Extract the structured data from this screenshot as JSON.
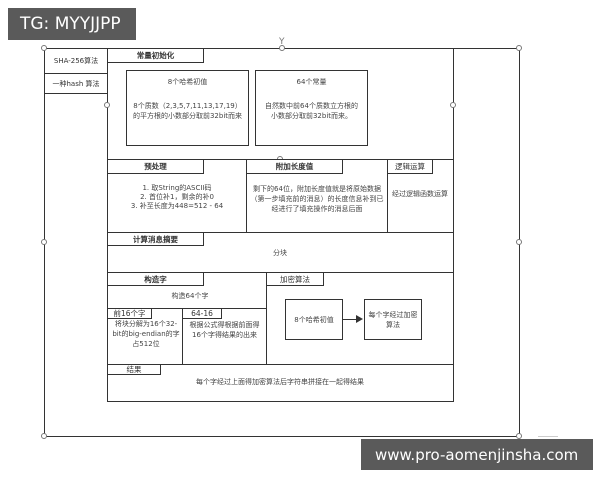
{
  "overlay": {
    "top_badge": "TG: MYYJJPP",
    "bottom_badge": "www.pro-aomenjinsha.com"
  },
  "left_column": {
    "items": [
      {
        "label": "SHA-256算法"
      },
      {
        "label": "一种hash 算法"
      }
    ]
  },
  "sections": {
    "constant_init": {
      "tab": "常量初始化",
      "hash_initial": {
        "title": "8个哈希初值",
        "body": "8个质数（2,3,5,7,11,13,17,19）的平方根的小数部分取前32bit而来"
      },
      "constants": {
        "title": "64个常量",
        "body": "自然数中前64个质数立方根的小数部分取前32bit而来。"
      }
    },
    "preprocess": {
      "tab": "预处理",
      "lines": [
        "1. 取String的ASCII码",
        "2. 首位补1，剩余的补0",
        "3. 补至长度为448=512 - 64"
      ]
    },
    "append_length": {
      "tab": "附加长度值",
      "body": "剩下的64位，附加长度值就是将原始数据（第一步填充前的消息）的长度信息补到已经进行了填充操作的消息后面"
    },
    "logic_ops": {
      "tab": "逻辑运算",
      "body": "经过逻辑函数运算"
    },
    "compute_digest": {
      "tab": "计算消息摘要",
      "body": "分块"
    },
    "construct_words": {
      "tab": "构造字",
      "body": "构造64个字",
      "first16": {
        "tab": "前16个字",
        "body": "将块分解为16个32-bit的big-endian的字占512位"
      },
      "rest48": {
        "tab": "64-16",
        "body": "根据公式得根据前面得16个字得结果的出来"
      }
    },
    "encrypt": {
      "tab": "加密算法",
      "node_a": "8个哈希初值",
      "node_b": "每个字经过加密算法"
    },
    "result": {
      "tab": "结果",
      "body": "每个字经过上面得加密算法后字符串拼接在一起得结果"
    }
  },
  "colors": {
    "line": "#333333",
    "badge_bg": "#5a5a5a",
    "badge_text": "#ffffff"
  }
}
